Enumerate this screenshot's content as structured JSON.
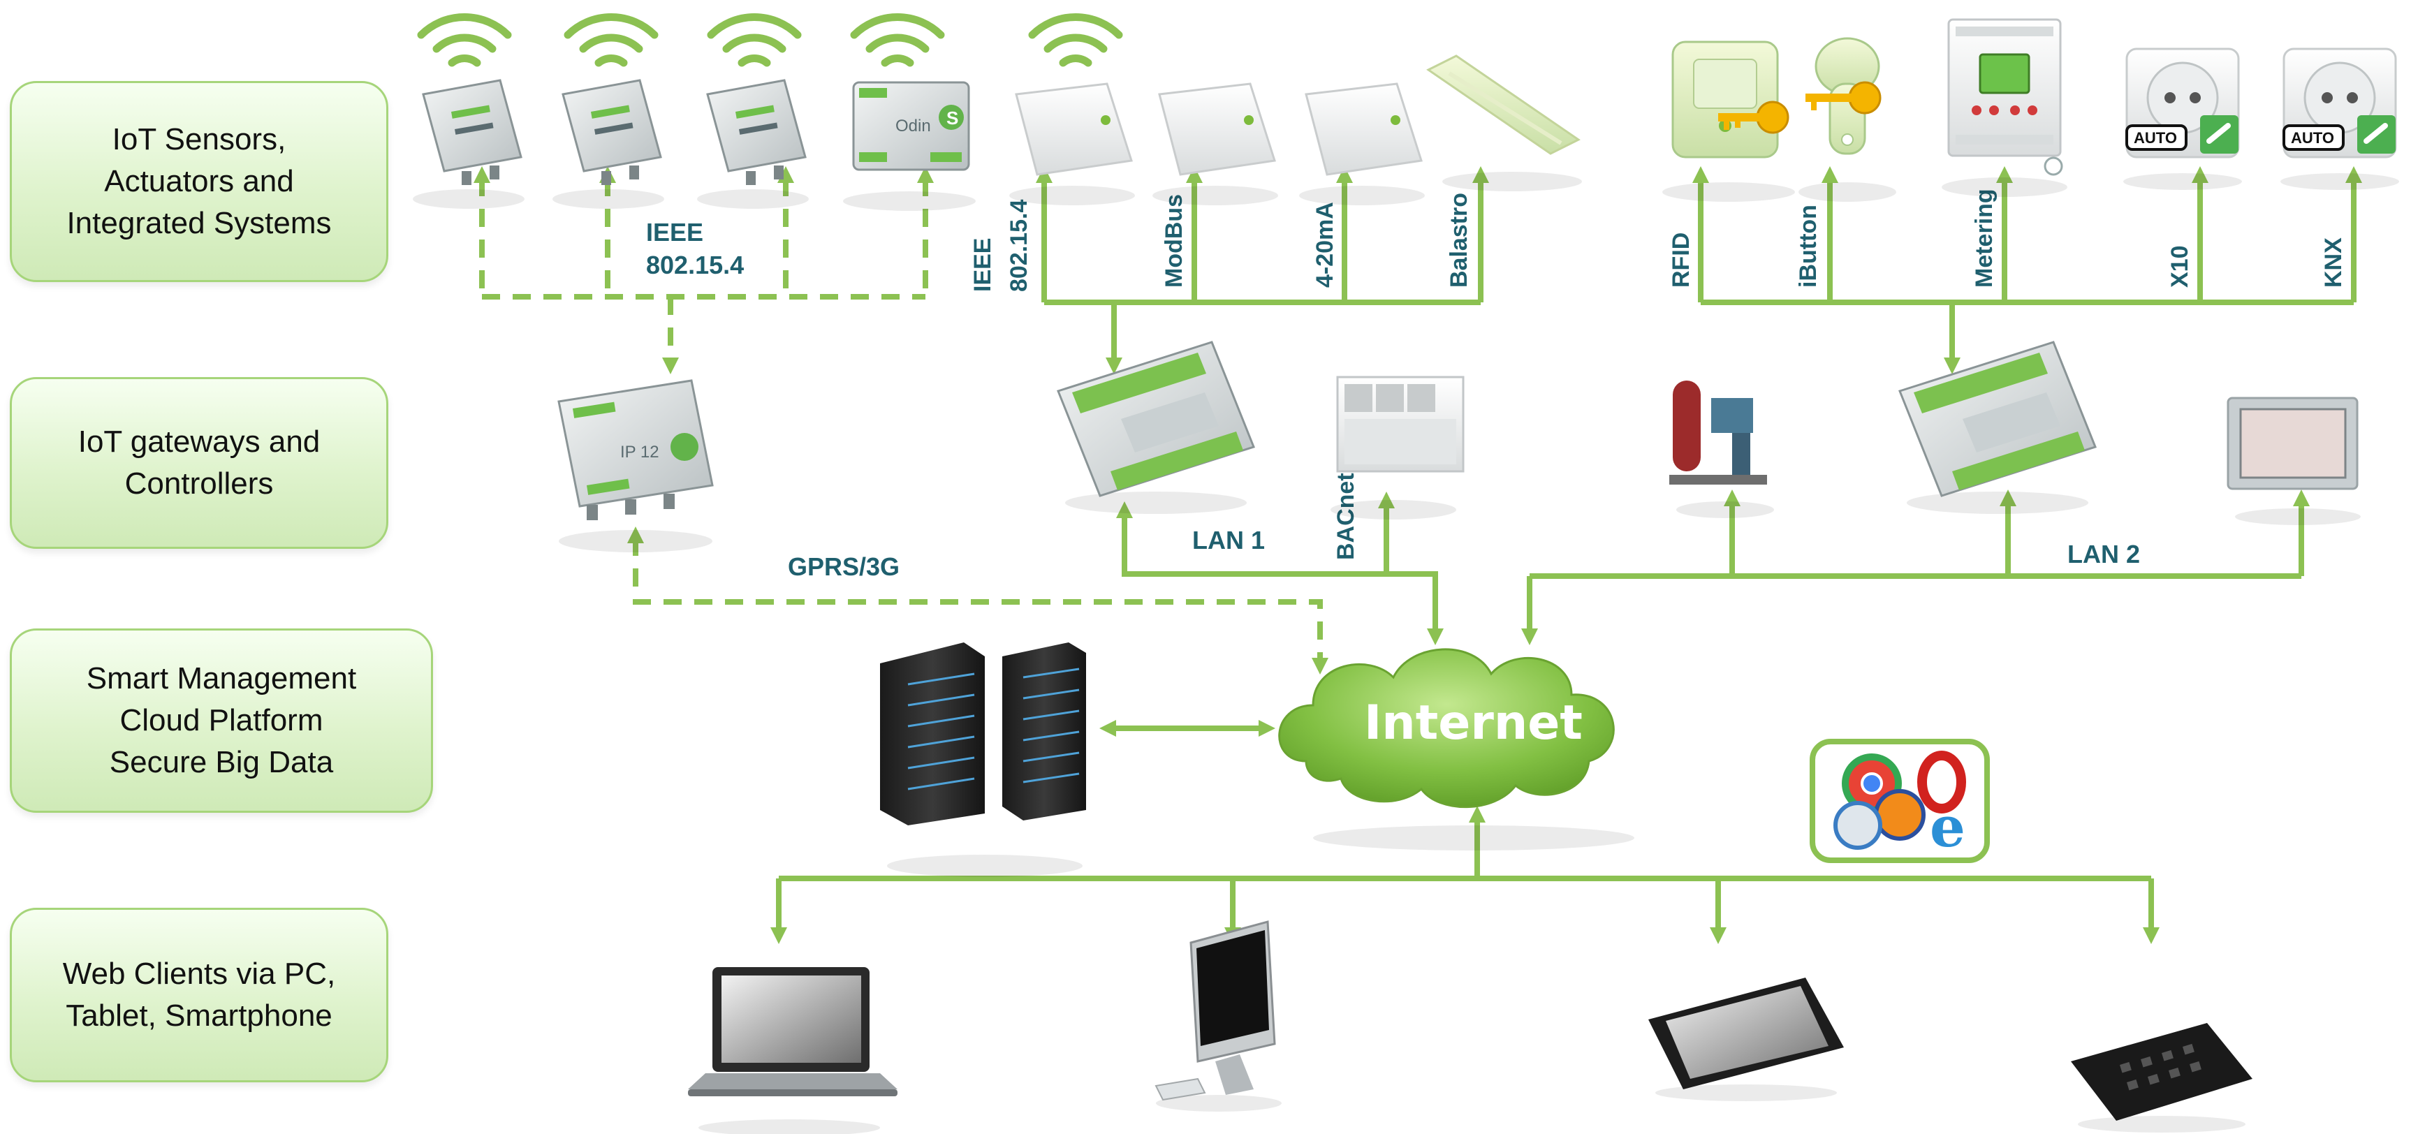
{
  "layers": [
    {
      "label": "IoT  Sensors,\nActuators and\nIntegrated  Systems"
    },
    {
      "label": "IoT gateways and\nControllers"
    },
    {
      "label": "Smart Management\nCloud Platform\nSecure Big Data"
    },
    {
      "label": "Web Clients via PC,\nTablet, Smartphone"
    }
  ],
  "protocols": {
    "ieee_wireless_line1": "IEEE",
    "ieee_wireless_line2": "802.15.4",
    "ieee_wired_line1": "IEEE",
    "ieee_wired_line2": "802.15.4",
    "modbus": "ModBus",
    "ma": "4-20mA",
    "balastro": "Balastro",
    "rfid": "RFID",
    "ibutton": "iButton",
    "metering": "Metering",
    "x10": "X10",
    "knx": "KNX",
    "gprs": "GPRS/3G",
    "lan1": "LAN 1",
    "bacnet": "BACnet",
    "lan2": "LAN 2"
  },
  "cloud_label": "Internet",
  "device_text": {
    "odin": "Odin",
    "odin_logo_letter": "S",
    "model": "IP 12",
    "auto_badge": "AUTO"
  },
  "colors": {
    "line": "#8cc152",
    "label_text": "#1f5f6e",
    "cloud": "#7dbb3c",
    "box_border": "#a6d57a"
  }
}
